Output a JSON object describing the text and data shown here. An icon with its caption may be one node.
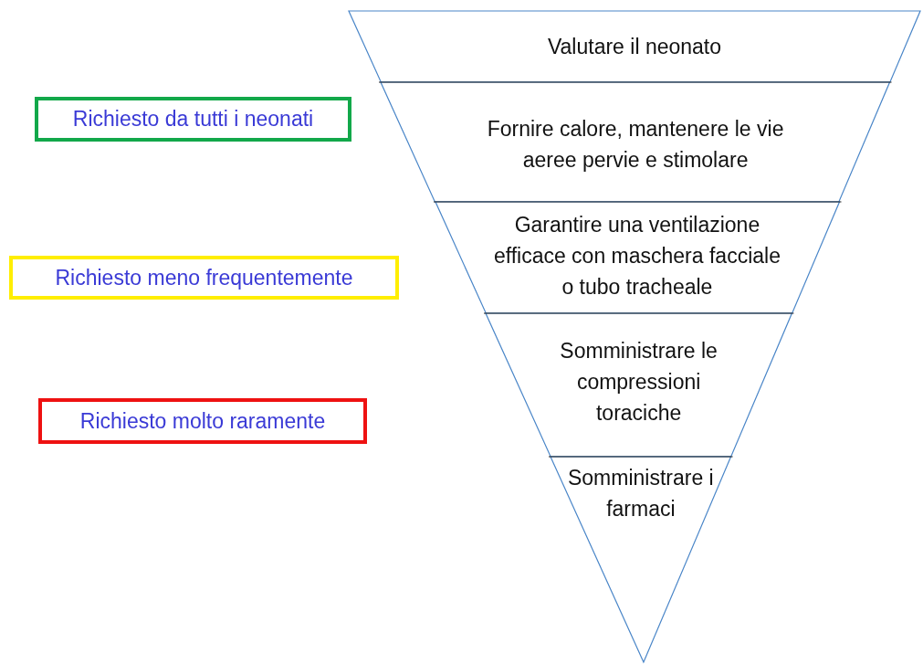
{
  "diagram": {
    "nodes": [
      {
        "text": [
          "Valutare il neonato"
        ]
      },
      {
        "text": [
          "Fornire calore, mantenere le vie aeree pervie e stimolare"
        ]
      },
      {
        "text": [
          "Garantire una ventilazione efficace con maschera facciale o tubo tracheale"
        ]
      },
      {
        "text": [
          "Somministrare le compressioni toraciche"
        ]
      },
      {
        "text": [
          "Somministrare i farmaci"
        ]
      },
      {
        "text": [
          "Richiesto da tutti i neonati"
        ]
      },
      {
        "text": [
          "Richiesto meno frequentemente"
        ]
      },
      {
        "text": [
          "Richiesto molto raramente"
        ]
      }
    ]
  }
}
